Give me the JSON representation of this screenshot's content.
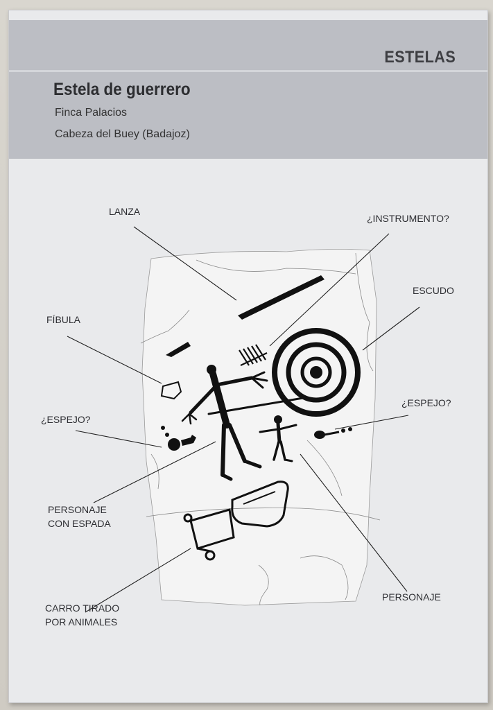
{
  "sign": {
    "section": "ESTELAS",
    "title": "Estela de guerrero",
    "place_line1": "Finca Palacios",
    "place_line2": "Cabeza del Buey (Badajoz)"
  },
  "labels": {
    "lanza": "LANZA",
    "instrumento": "¿INSTRUMENTO?",
    "escudo": "ESCUDO",
    "fibula": "FÍBULA",
    "espejo_left": "¿ESPEJO?",
    "espejo_right": "¿ESPEJO?",
    "personaje_espada_1": "PERSONAJE",
    "personaje_espada_2": "CON ESPADA",
    "carro_1": "CARRO TIRADO",
    "carro_2": "POR ANIMALES",
    "personaje": "PERSONAJE"
  },
  "colors": {
    "header_band": "#bcbec4",
    "panel": "#e9eaec",
    "ink": "#111111"
  }
}
